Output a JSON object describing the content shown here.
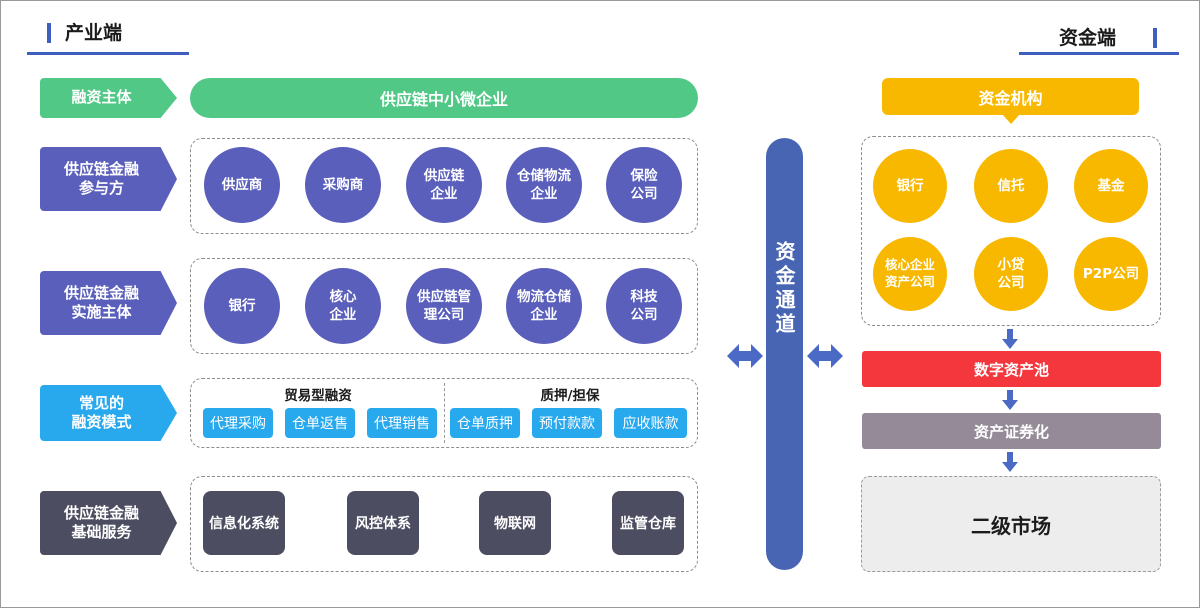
{
  "industry_title": "产业端",
  "capital_title": "资金端",
  "colors": {
    "green": "#52c887",
    "purple": "#5a5fbb",
    "blue": "#28a9ee",
    "dark": "#4c4d61",
    "gold": "#f8b800",
    "navy": "#4865b4",
    "red": "#f3373d",
    "gray": "#958b98"
  },
  "rows": {
    "financing_subject": {
      "label": "融资主体",
      "value": "供应链中小微企业"
    },
    "participants": {
      "label_1": "供应链金融",
      "label_2": "参与方",
      "items": [
        {
          "l1": "供应商",
          "l2": ""
        },
        {
          "l1": "采购商",
          "l2": ""
        },
        {
          "l1": "供应链",
          "l2": "企业"
        },
        {
          "l1": "仓储物流",
          "l2": "企业"
        },
        {
          "l1": "保险",
          "l2": "公司"
        }
      ]
    },
    "implementers": {
      "label_1": "供应链金融",
      "label_2": "实施主体",
      "items": [
        {
          "l1": "银行",
          "l2": ""
        },
        {
          "l1": "核心",
          "l2": "企业"
        },
        {
          "l1": "供应链管",
          "l2": "理公司"
        },
        {
          "l1": "物流仓储",
          "l2": "企业"
        },
        {
          "l1": "科技",
          "l2": "公司"
        }
      ]
    },
    "modes": {
      "label_1": "常见的",
      "label_2": "融资模式",
      "group_1_title": "贸易型融资",
      "group_2_title": "质押/担保",
      "chips": [
        "代理采购",
        "仓单返售",
        "代理销售",
        "仓单质押",
        "预付款款",
        "应收账款"
      ]
    },
    "services": {
      "label_1": "供应链金融",
      "label_2": "基础服务",
      "items": [
        "信息化系统",
        "风控体系",
        "物联网",
        "监管仓库"
      ]
    }
  },
  "channel": "资金通道",
  "capital": {
    "institutions_label": "资金机构",
    "items": [
      {
        "l1": "银行",
        "l2": ""
      },
      {
        "l1": "信托",
        "l2": ""
      },
      {
        "l1": "基金",
        "l2": ""
      },
      {
        "l1": "核心企业",
        "l2": "资产公司"
      },
      {
        "l1": "小贷",
        "l2": "公司"
      },
      {
        "l1": "P2P公司",
        "l2": ""
      }
    ],
    "pool": "数字资产池",
    "securitization": "资产证券化",
    "secondary_market": "二级市场"
  }
}
